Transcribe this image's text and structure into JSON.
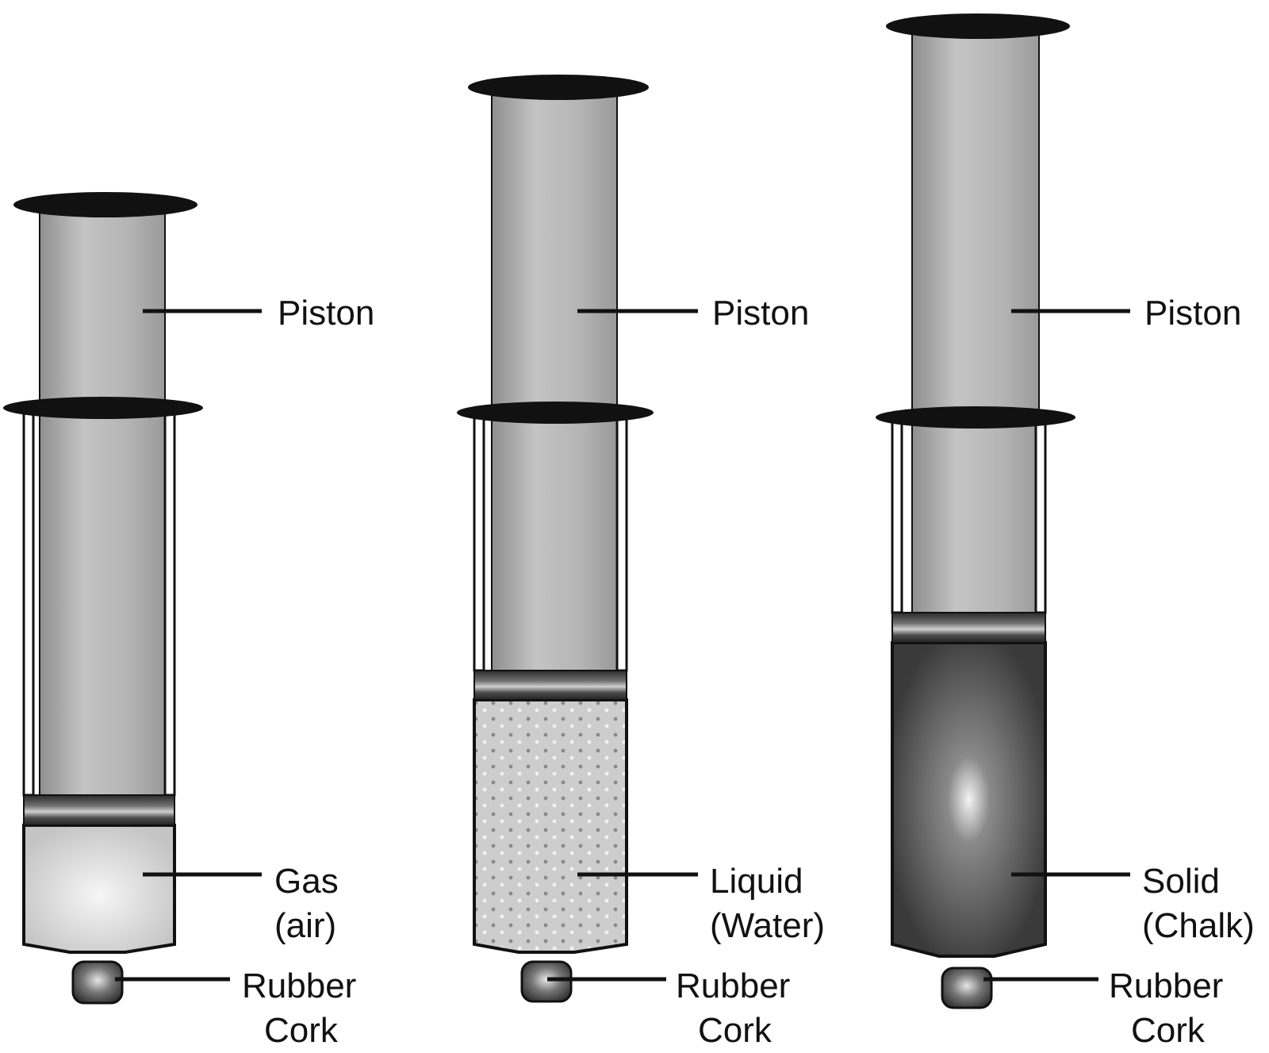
{
  "syringes": [
    {
      "piston_label": "Piston",
      "content_label_line1": "Gas",
      "content_label_line2": "(air)",
      "cork_label_line1": "Rubber",
      "cork_label_line2": "Cork"
    },
    {
      "piston_label": "Piston",
      "content_label_line1": "Liquid",
      "content_label_line2": "(Water)",
      "cork_label_line1": "Rubber",
      "cork_label_line2": "Cork"
    },
    {
      "piston_label": "Piston",
      "content_label_line1": "Solid",
      "content_label_line2": "(Chalk)",
      "cork_label_line1": "Rubber",
      "cork_label_line2": "Cork"
    }
  ],
  "colors": {
    "ink": "#111111",
    "piston": "#b9b9b9",
    "gas": "#d9d9d9",
    "liquid": "#c6c6c6",
    "solid": "#4a4a4a",
    "cork": "#555555"
  }
}
